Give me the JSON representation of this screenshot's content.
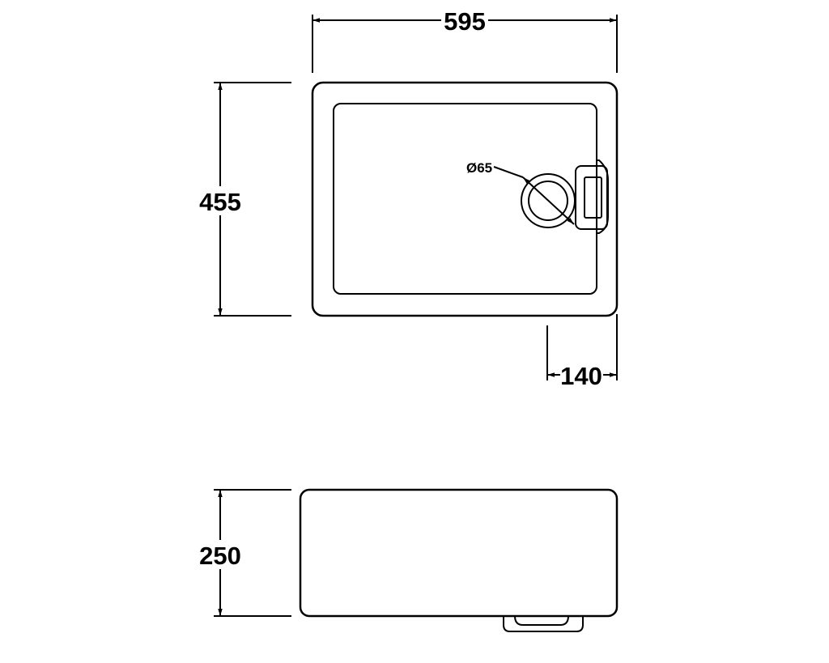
{
  "drawing": {
    "dimensions": {
      "width": "595",
      "depth": "455",
      "waste_offset": "140",
      "waste_diameter": "Ø65",
      "height": "250"
    }
  }
}
